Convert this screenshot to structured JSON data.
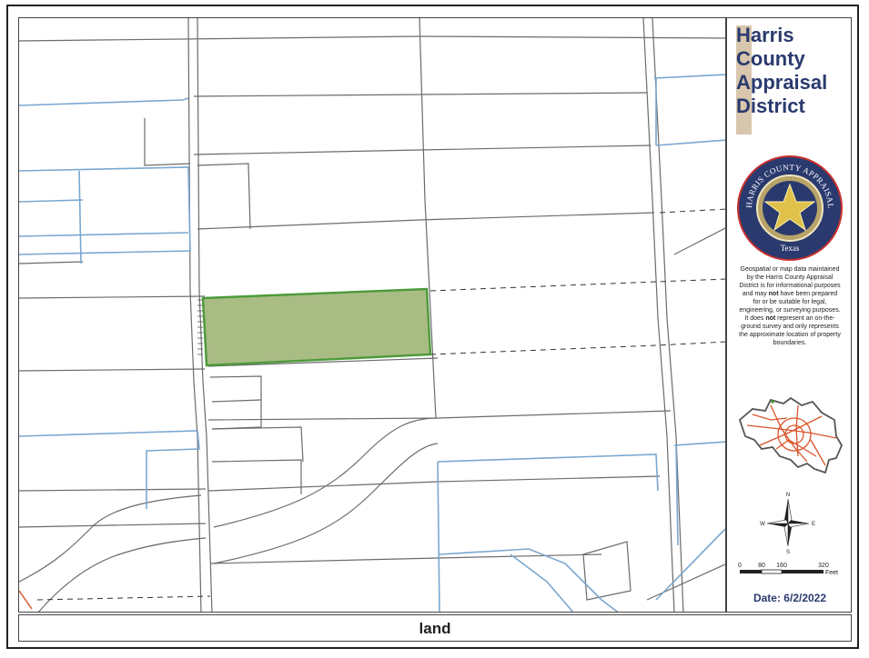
{
  "title": {
    "line1": "Harris",
    "line2": "County",
    "line3": "Appraisal",
    "line4": "District"
  },
  "seal": {
    "top_text": "HARRIS COUNTY APPRAISAL DISTRICT",
    "bottom_text": "Texas"
  },
  "disclaimer": {
    "p1": "Geospatial or map data maintained by the Harris County Appraisal District is for informational purposes and may ",
    "p1_bold": "not",
    "p2": " have been prepared for or be suitable for legal, engineering, or surveying purposes. It does ",
    "p2_bold": "not",
    "p3": " represent an on-the-ground survey and only represents the approximate location of property boundaries."
  },
  "compass": {
    "n": "N",
    "s": "S",
    "e": "E",
    "w": "W"
  },
  "scale": {
    "t0": "0",
    "t1": "80",
    "t2": "160",
    "t3": "320",
    "unit": "Feet"
  },
  "date": "Date: 6/2/2022",
  "caption": "land",
  "colors": {
    "parcel_line": "#666666",
    "water_line": "#7aa7cf",
    "highlight_fill": "#a9bc84",
    "highlight_stroke": "#4c9a3a",
    "title_color": "#2a3a6e",
    "road_red": "#d9542a"
  }
}
